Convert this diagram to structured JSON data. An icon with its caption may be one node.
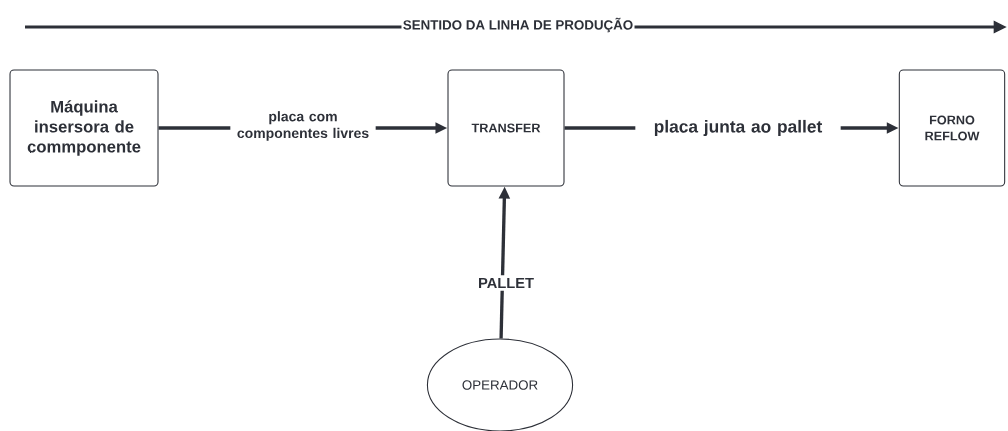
{
  "diagram": {
    "nodes": [
      {
        "text": [
          "Máquina insersora de commponente"
        ]
      },
      {
        "text": [
          "TRANSFER"
        ]
      },
      {
        "text": [
          "FORNO REFLOW"
        ]
      },
      {
        "text": [
          "OPERADOR"
        ]
      }
    ],
    "edges": [
      {
        "from": 0,
        "to": 1,
        "arrow": "to",
        "label": "placa com componentes livres"
      },
      {
        "from": 1,
        "to": 2,
        "arrow": "to",
        "label": "placa junta ao pallet"
      },
      {
        "from": 3,
        "to": 1,
        "arrow": "to",
        "label": "PALLET"
      }
    ],
    "labels": [
      "SENTIDO DA LINHA DE PRODUÇÃO"
    ]
  }
}
